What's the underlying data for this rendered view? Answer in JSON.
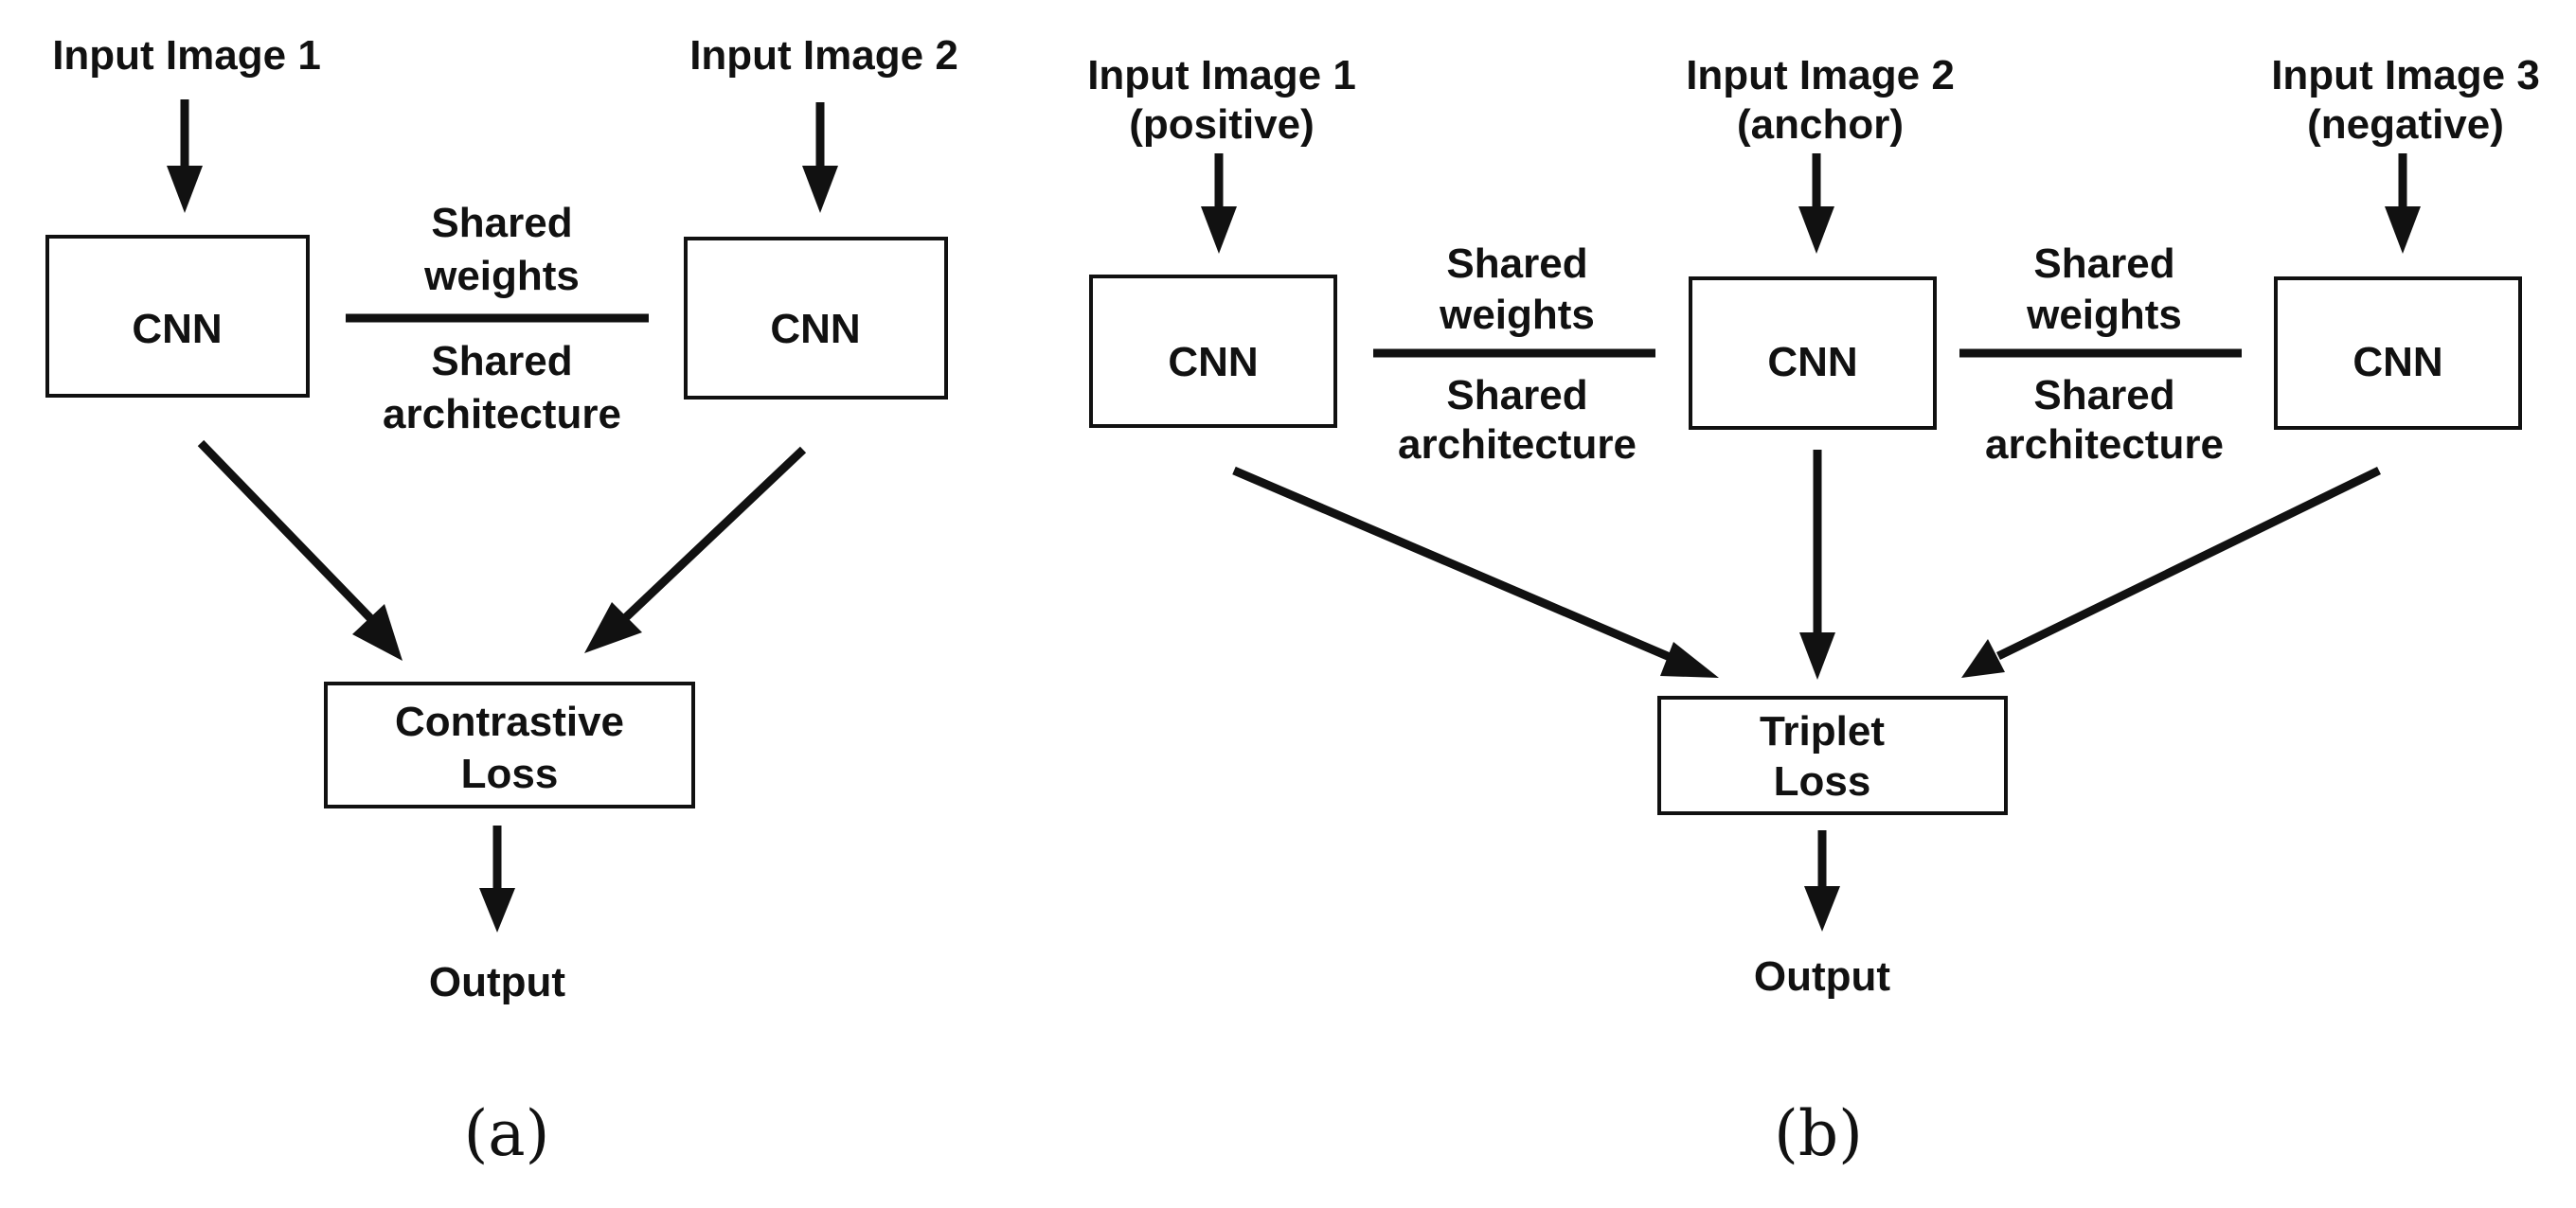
{
  "panel_a": {
    "input_1": "Input Image 1",
    "input_2": "Input Image 2",
    "cnn_1": "CNN",
    "cnn_2": "CNN",
    "shared_top": [
      "Shared",
      "weights"
    ],
    "shared_bottom": [
      "Shared",
      "architecture"
    ],
    "loss": [
      "Contrastive",
      "Loss"
    ],
    "output": "Output",
    "caption": "(a)"
  },
  "panel_b": {
    "input_1": [
      "Input Image 1",
      "(positive)"
    ],
    "input_2": [
      "Input Image 2",
      "(anchor)"
    ],
    "input_3": [
      "Input Image 3",
      "(negative)"
    ],
    "cnn_1": "CNN",
    "cnn_2": "CNN",
    "cnn_3": "CNN",
    "shared_left_top": [
      "Shared",
      "weights"
    ],
    "shared_left_bottom": [
      "Shared",
      "architecture"
    ],
    "shared_right_top": [
      "Shared",
      "weights"
    ],
    "shared_right_bottom": [
      "Shared",
      "architecture"
    ],
    "loss": [
      "Triplet",
      "Loss"
    ],
    "output": "Output",
    "caption": "(b)"
  }
}
